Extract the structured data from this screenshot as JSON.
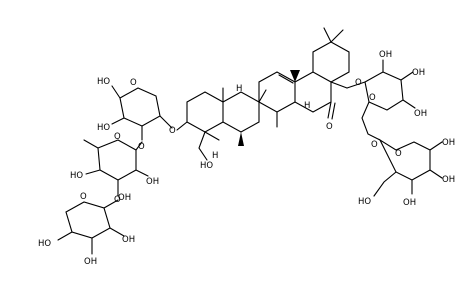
{
  "structure": {
    "atoms": {
      "hydroxyl": "OH",
      "hydroxyl_left": "HO",
      "oxygen": "O",
      "hydrogen": "H"
    }
  }
}
